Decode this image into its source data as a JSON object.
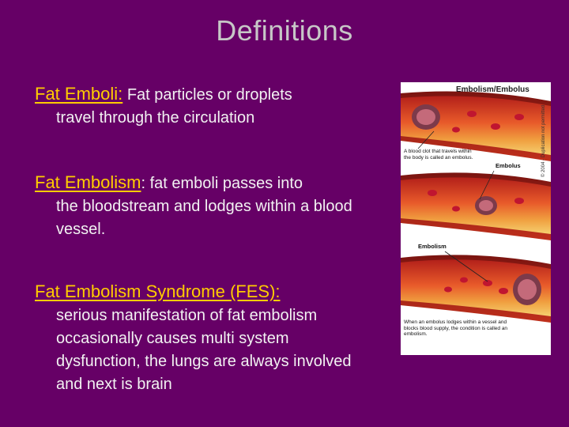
{
  "slide": {
    "title": "Definitions"
  },
  "definitions": [
    {
      "term": "Fat Emboli:",
      "first_line": " Fat particles or droplets",
      "continuation": "travel through the circulation"
    },
    {
      "term": "Fat Embolism",
      "first_line": ": fat emboli passes into",
      "continuation": "the bloodstream and lodges within a blood vessel."
    },
    {
      "term": "Fat Embolism Syndrome (FES):",
      "first_line": "",
      "continuation": "serious manifestation of fat embolism occasionally causes multi system dysfunction, the lungs are always involved and next is brain"
    }
  ],
  "figure": {
    "title": "Embolism/Embolus",
    "caption_top": "A blood clot that travels within the body is called an embolus.",
    "label_embolus": "Embolus",
    "label_embolism": "Embolism",
    "caption_bottom": "When an embolus lodges within a vessel and blocks blood supply, the condition is called an embolism.",
    "copyright": "© 2004 - Duplication not permitted"
  }
}
